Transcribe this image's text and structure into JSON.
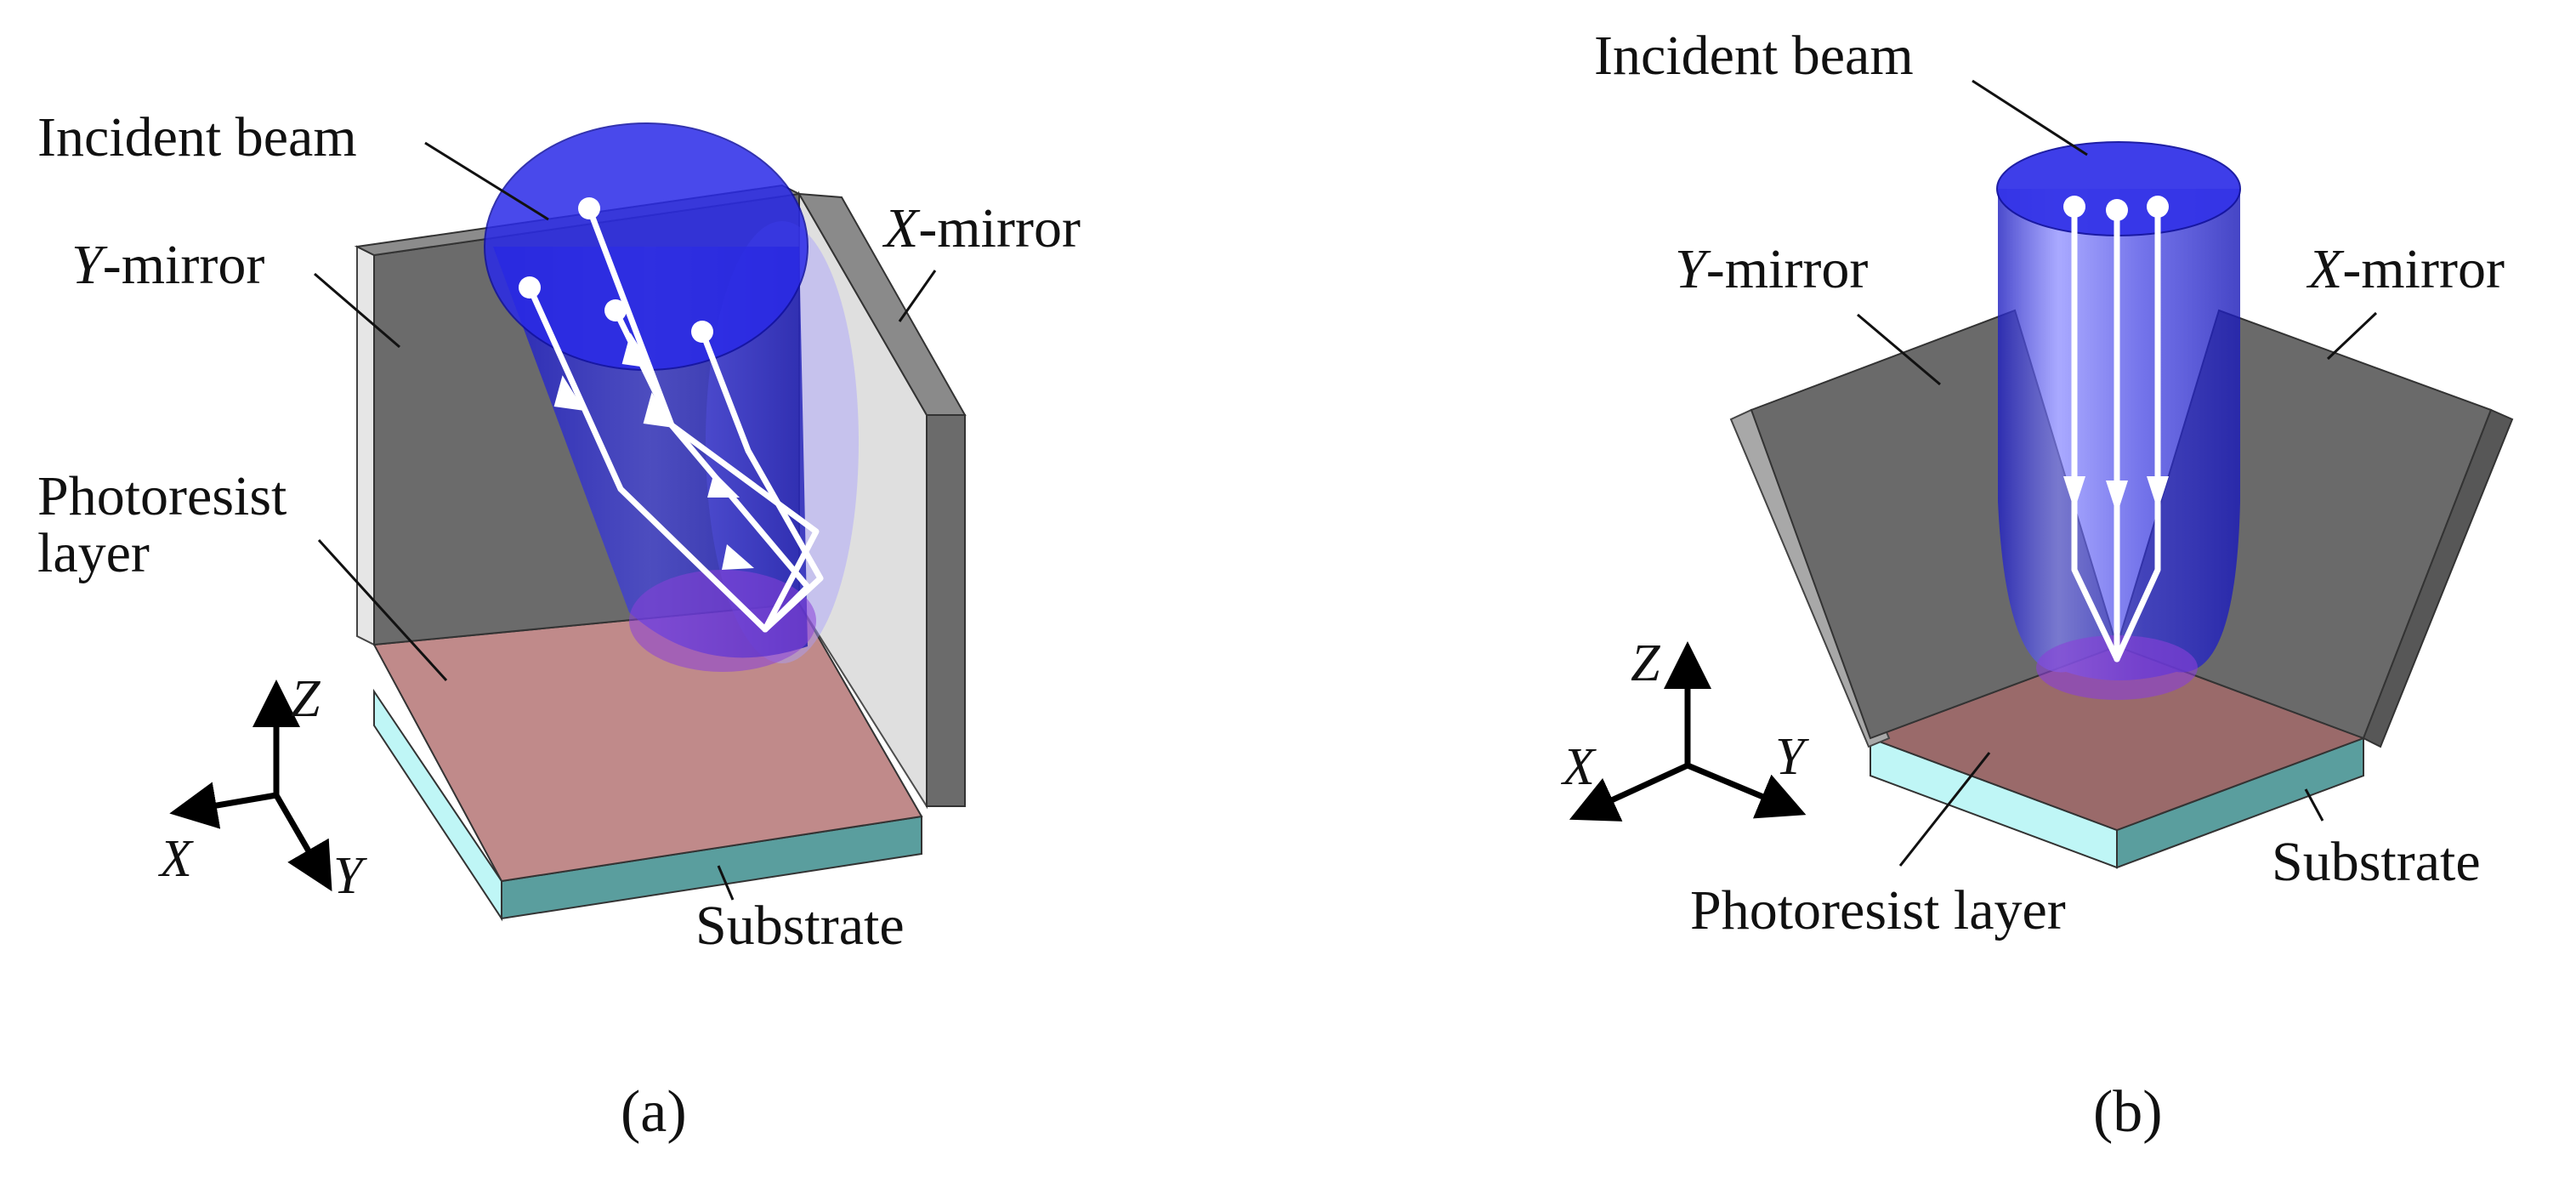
{
  "panel_a": {
    "incident_beam": "Incident beam",
    "y_mirror_var": "Y",
    "x_mirror_var": "X",
    "mirror_suffix": "-mirror",
    "photoresist_line1": "Photoresist",
    "photoresist_line2": "layer",
    "substrate": "Substrate",
    "axis_x": "X",
    "axis_y": "Y",
    "axis_z": "Z",
    "caption": "(a)"
  },
  "panel_b": {
    "incident_beam": "Incident beam",
    "y_mirror_var": "Y",
    "x_mirror_var": "X",
    "mirror_suffix": "-mirror",
    "photoresist": "Photoresist layer",
    "substrate": "Substrate",
    "axis_x": "X",
    "axis_y": "Y",
    "axis_z": "Z",
    "caption": "(b)"
  },
  "colors": {
    "beam": "#2a2ad8",
    "mirror": "#6b6b6b",
    "mirror_light": "#dcdcdc",
    "photoresist": "#c08a8a",
    "substrate_side": "#5a9e9e",
    "substrate_top": "#bff6f6",
    "ray": "#ffffff"
  }
}
